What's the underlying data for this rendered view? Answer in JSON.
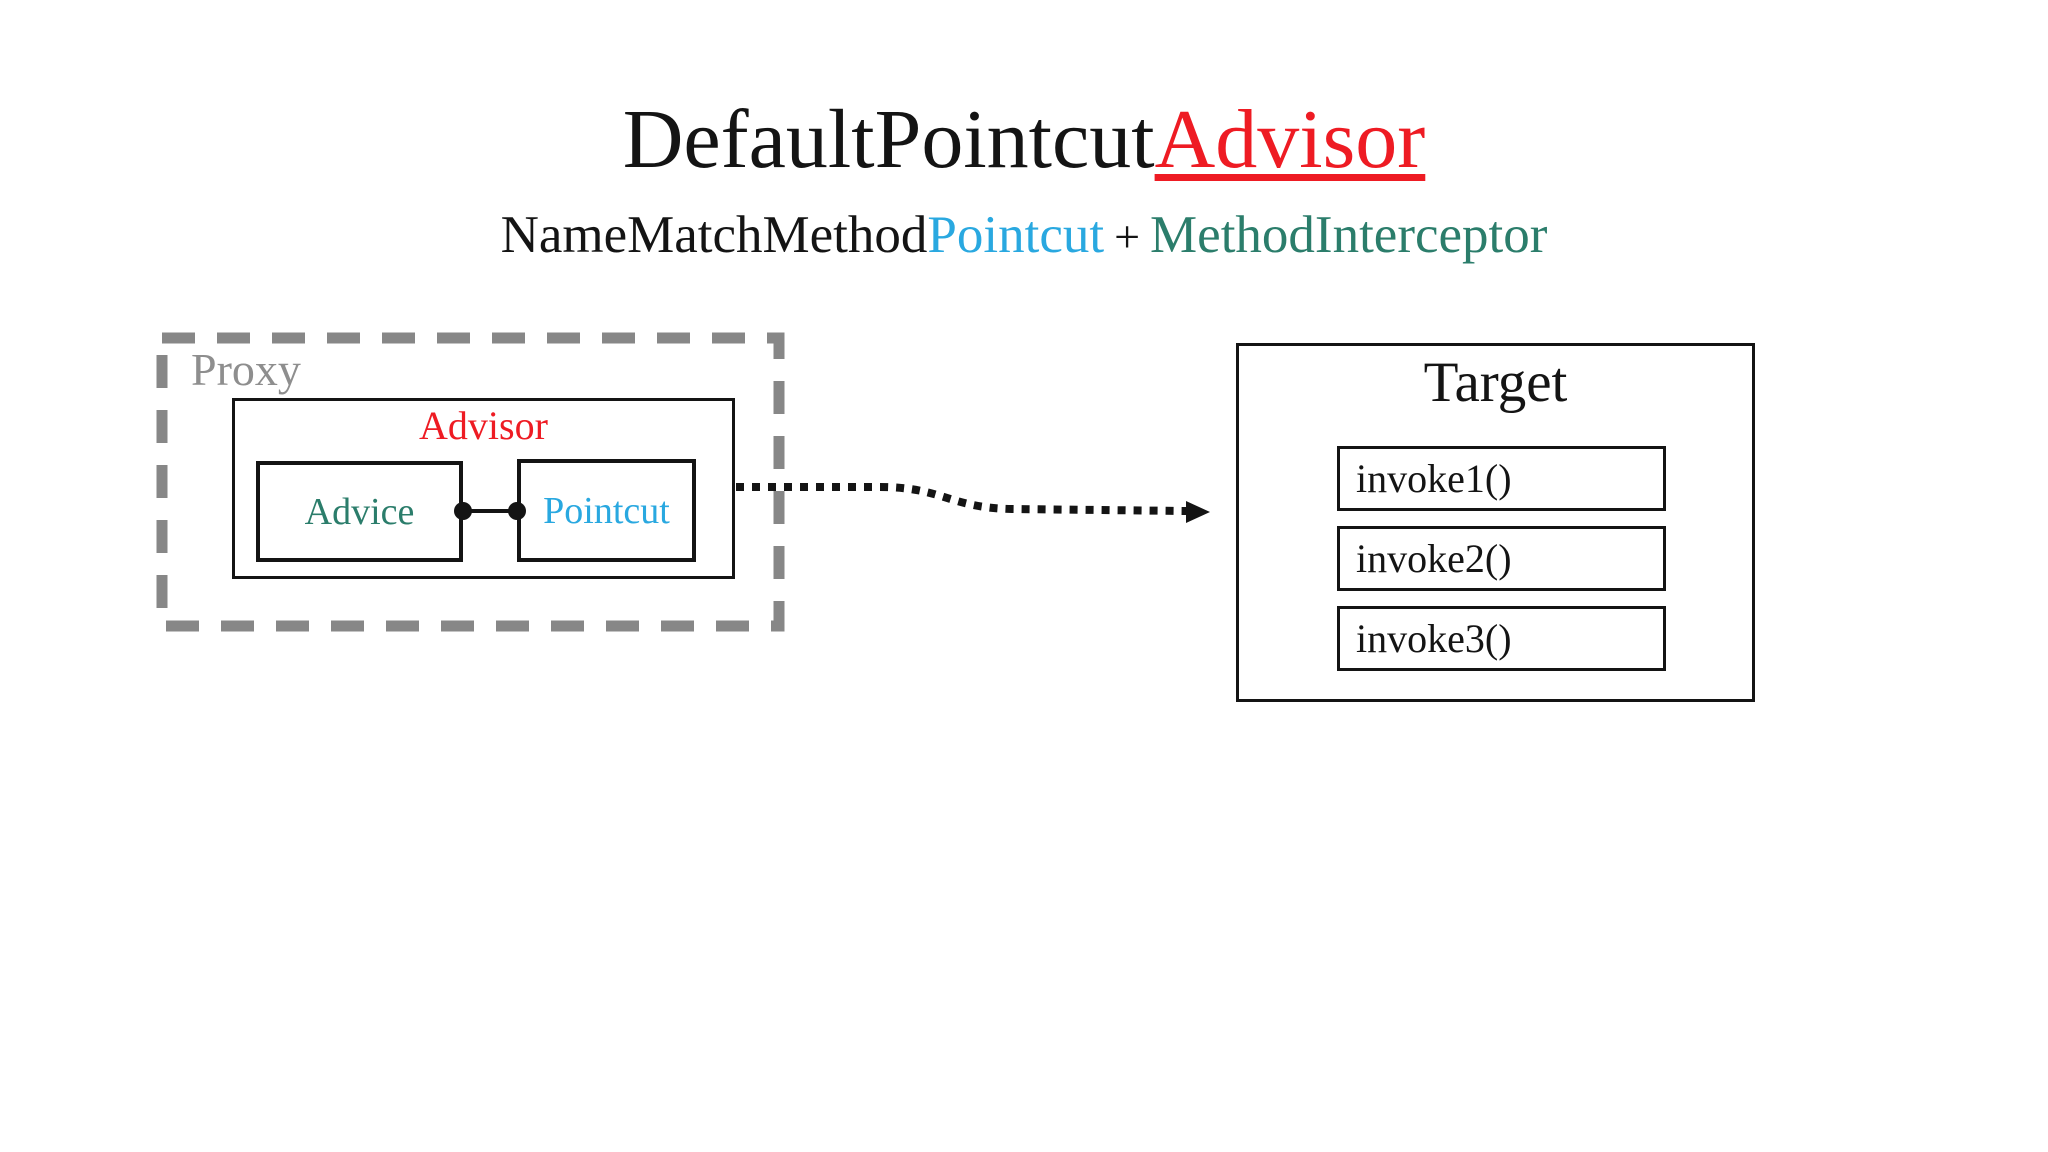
{
  "title": {
    "prefix": "DefaultPointcut",
    "highlight": "Advisor"
  },
  "subtitle": {
    "black": "NameMatchMethod",
    "blue": "Pointcut",
    "plus": "+",
    "teal": "MethodInterceptor"
  },
  "proxy": {
    "label": "Proxy",
    "advisor": {
      "label": "Advisor",
      "advice": "Advice",
      "pointcut": "Pointcut"
    }
  },
  "target": {
    "label": "Target",
    "methods": [
      "invoke1()",
      "invoke2()",
      "invoke3()"
    ]
  },
  "colors": {
    "red": "#ee1b23",
    "sky": "#29a8e0",
    "teal": "#2b7d6b",
    "gray-border": "#878787",
    "gray-text": "#8e8e8e",
    "black": "#141414"
  }
}
